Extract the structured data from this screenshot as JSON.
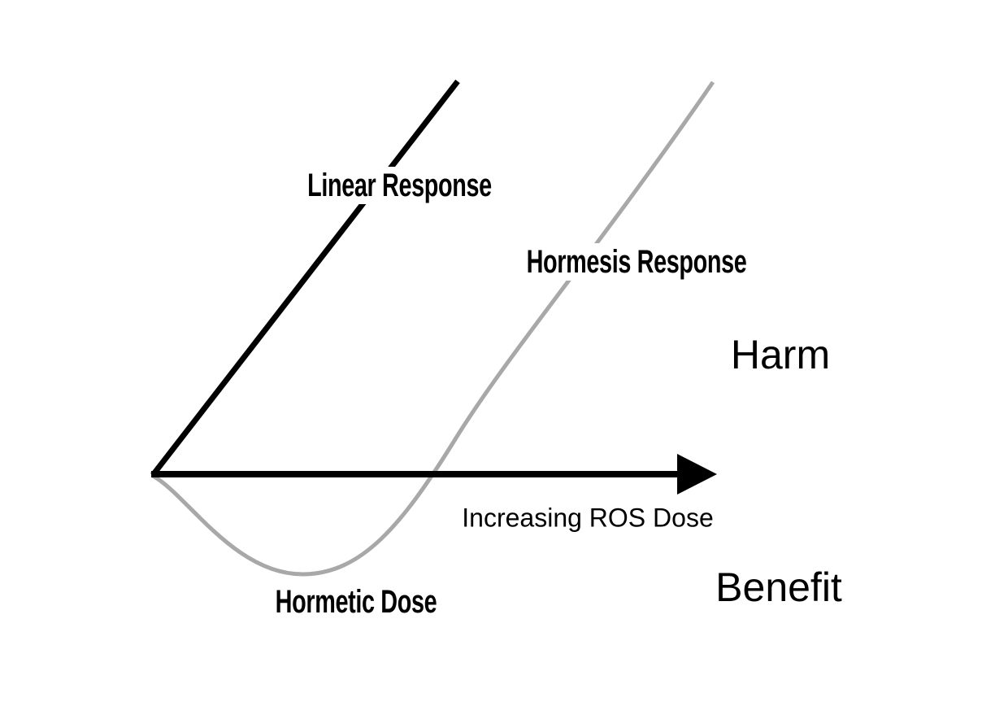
{
  "figure": {
    "background_color": "#ffffff",
    "line_colors": {
      "linear": "#000000",
      "hormesis": "#a8a8a8",
      "axis": "#000000"
    },
    "labels": {
      "linear_response": "Linear Response",
      "hormesis_response": "Hormesis Response",
      "hormetic_dose": "Hormetic Dose",
      "x_axis": "Increasing ROS Dose",
      "harm": "Harm",
      "benefit": "Benefit"
    }
  },
  "chart_data": {
    "type": "line",
    "title": "",
    "xlabel": "Increasing ROS Dose",
    "ylabel": "",
    "x_axis": {
      "arrow": true,
      "numeric_ticks": false,
      "baseline": 0
    },
    "y_regions": {
      "above_axis": "Harm",
      "below_axis": "Benefit"
    },
    "legend_position": "inline-on-curves",
    "grid": false,
    "series": [
      {
        "name": "Linear Response",
        "color": "#000000",
        "shape": "straight line rising from origin",
        "x": [
          0,
          0.54
        ],
        "y": [
          0,
          1.0
        ]
      },
      {
        "name": "Hormesis Response",
        "color": "#a8a8a8",
        "shape": "J-shaped curve: dips below axis (benefit) at low dose, minimum at hormetic dose, crosses axis, rises into harm at high dose",
        "x": [
          0,
          0.07,
          0.15,
          0.27,
          0.38,
          0.48,
          0.64,
          0.81,
          1.0
        ],
        "y": [
          0,
          -0.07,
          -0.17,
          -0.26,
          -0.22,
          0,
          0.32,
          0.62,
          1.0
        ]
      }
    ],
    "annotations": [
      {
        "text": "Hormetic Dose",
        "meaning": "x-position of the hormesis curve minimum (maximum benefit)"
      },
      {
        "text": "Harm",
        "meaning": "response region above the dose axis"
      },
      {
        "text": "Benefit",
        "meaning": "response region below the dose axis"
      }
    ]
  }
}
